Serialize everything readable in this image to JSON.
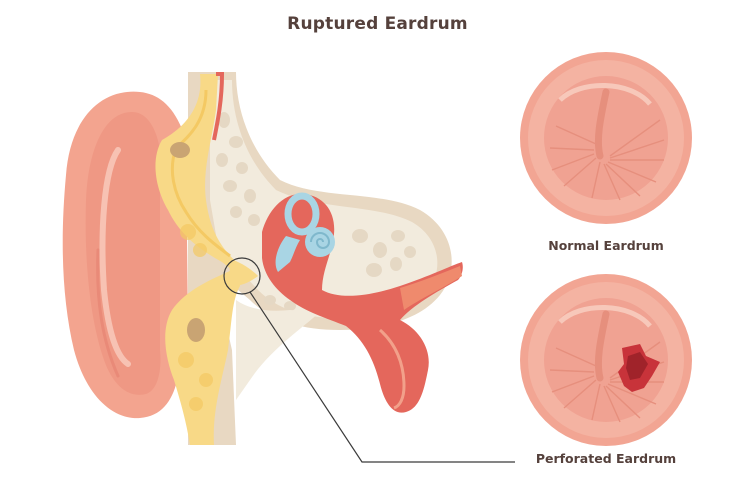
{
  "title": "Ruptured Eardrum",
  "labels": {
    "normal": "Normal Eardrum",
    "perforated": "Perforated Eardrum"
  },
  "colors": {
    "skin": "#f3a48f",
    "skin_dark": "#e98a78",
    "bone": "#f2ebdd",
    "cartilage": "#f8d987",
    "muscle": "#e4675c",
    "cochlea": "#a9d5e4",
    "eardrum": "#f4b3a2",
    "perforation": "#c8333a",
    "text": "#55413c"
  },
  "icons": {
    "normal": "eardrum-normal-icon",
    "perforated": "eardrum-perforated-icon"
  }
}
